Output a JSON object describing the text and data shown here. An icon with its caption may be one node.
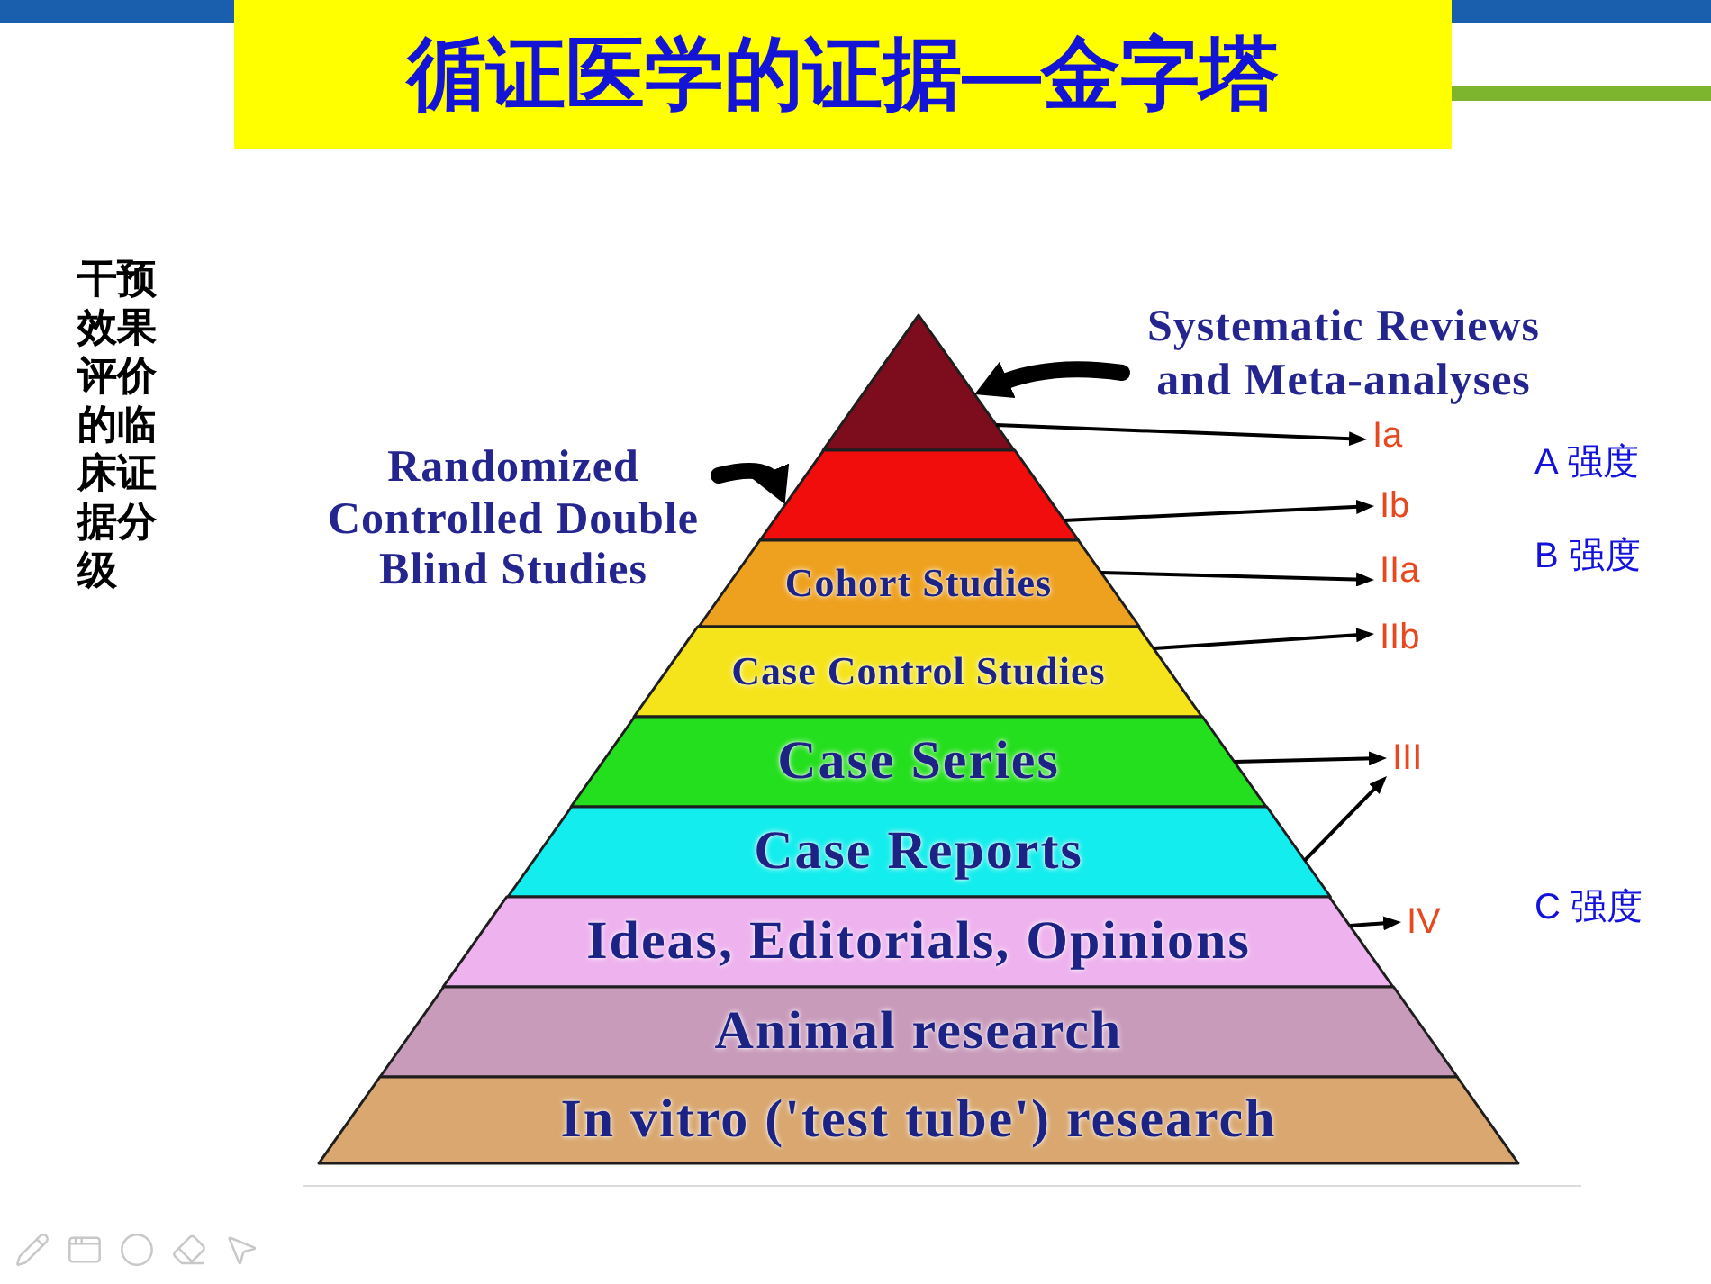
{
  "diagram": {
    "title": "循证医学的证据—金字塔",
    "nodes": [
      {
        "text": [
          "Systematic Reviews and Meta-analyses"
        ]
      },
      {
        "text": [
          "Randomized Controlled Double Blind Studies"
        ]
      },
      {
        "text": [],
        "shape": "triangle"
      },
      {
        "text": [],
        "shape": "trapezoid"
      },
      {
        "text": [
          "Cohort Studies"
        ]
      },
      {
        "text": [
          "Case Control Studies"
        ]
      },
      {
        "text": [
          "Case Series"
        ]
      },
      {
        "text": [
          "Case Reports"
        ]
      },
      {
        "text": [
          "Ideas, Editorials, Opinions"
        ]
      },
      {
        "text": [
          "Animal research"
        ]
      },
      {
        "text": [
          "In vitro ('test tube') research"
        ]
      },
      {
        "text": [
          "Ia"
        ]
      },
      {
        "text": [
          "Ib"
        ]
      },
      {
        "text": [
          "IIa"
        ]
      },
      {
        "text": [
          "IIb"
        ]
      },
      {
        "text": [
          "III"
        ]
      },
      {
        "text": [
          "IV"
        ]
      }
    ],
    "edges": [
      {
        "from": 0,
        "to": 2,
        "arrow": "to",
        "style": "thick"
      },
      {
        "from": 1,
        "to": 3,
        "arrow": "to",
        "style": "thick"
      },
      {
        "from": 2,
        "to": 11,
        "arrow": "to"
      },
      {
        "from": 3,
        "to": 12,
        "arrow": "to"
      },
      {
        "from": 4,
        "to": 13,
        "arrow": "to"
      },
      {
        "from": 5,
        "to": 14,
        "arrow": "to"
      },
      {
        "from": 6,
        "to": 15,
        "arrow": "to"
      },
      {
        "from": 7,
        "to": 15,
        "arrow": "to"
      },
      {
        "from": 8,
        "to": 16,
        "arrow": "to"
      }
    ],
    "labels": [
      "干预效果评价的临床证据分级",
      "A 强度",
      "B 强度",
      "C 强度"
    ]
  }
}
